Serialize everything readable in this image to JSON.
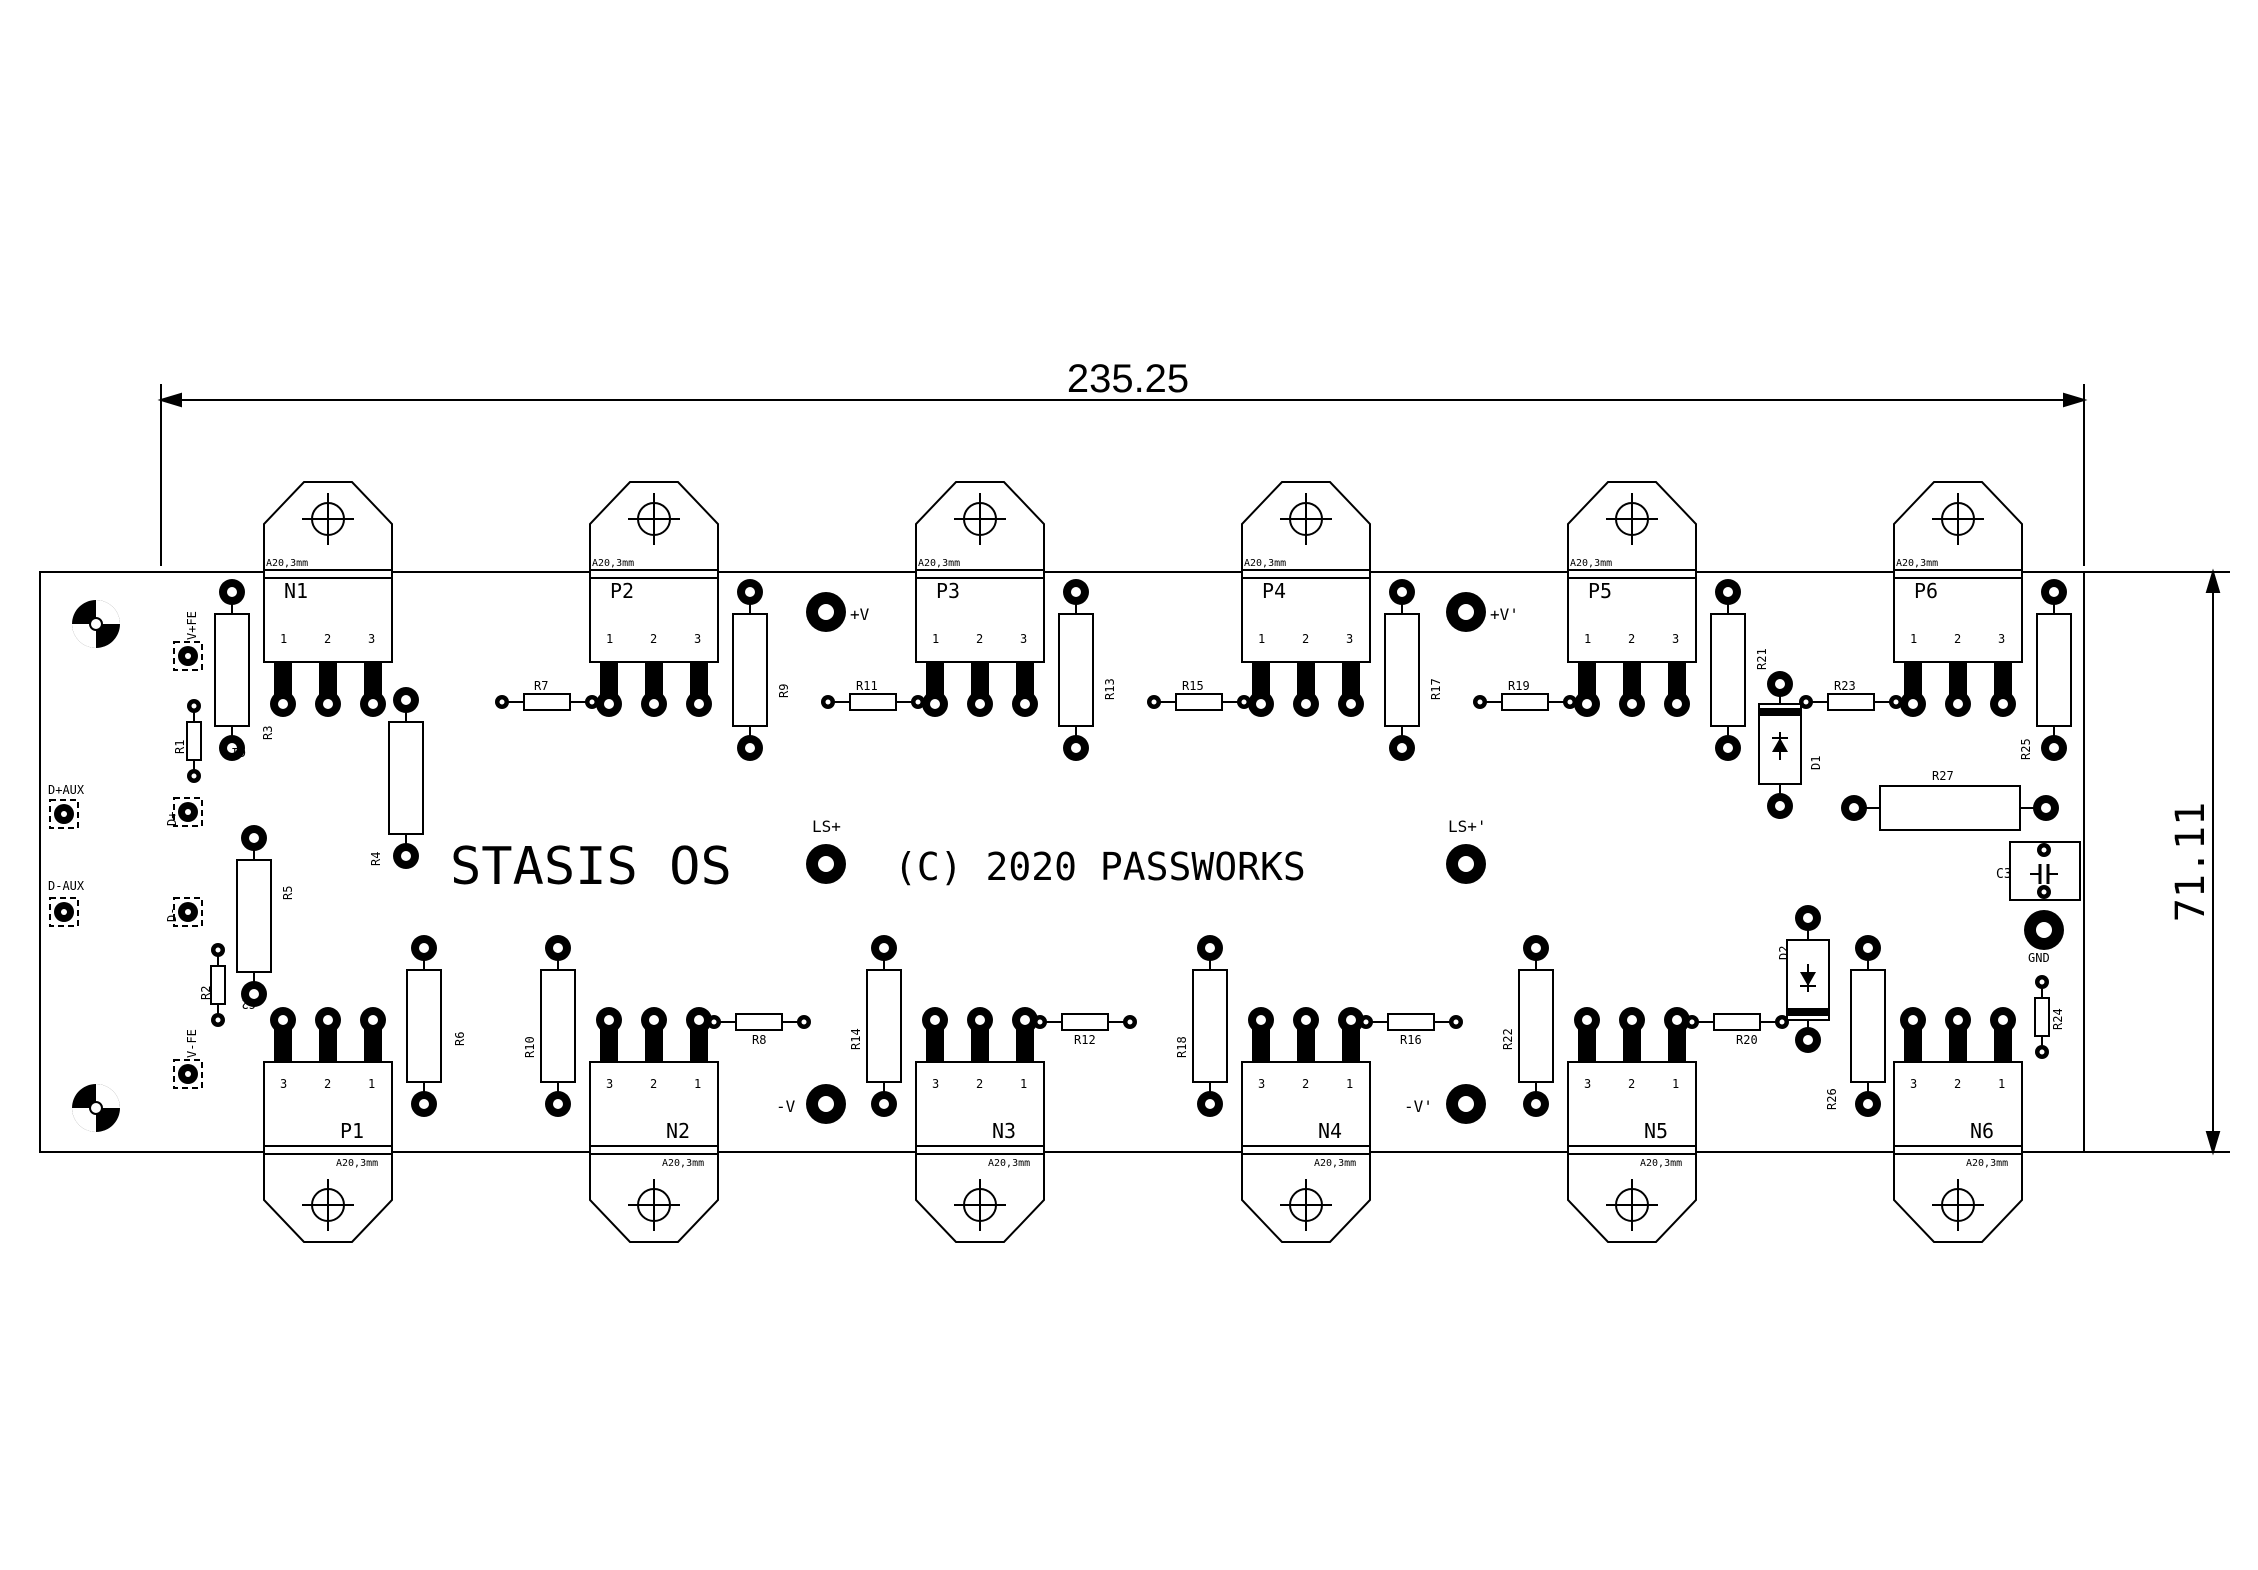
{
  "dimensions": {
    "width": "235.25",
    "height": "71.11"
  },
  "title": "STASIS OS",
  "copyright": "(C) 2020 PASSWORKS",
  "heatsink_note": "A20,3mm",
  "transistors": {
    "top": [
      "N1",
      "P2",
      "P3",
      "P4",
      "P5",
      "P6"
    ],
    "bottom": [
      "P1",
      "N2",
      "N3",
      "N4",
      "N5",
      "N6"
    ],
    "pins_top": [
      "1",
      "2",
      "3"
    ],
    "pins_bottom": [
      "3",
      "2",
      "1"
    ]
  },
  "resistors": {
    "small_top": [
      "R7",
      "R11",
      "R15",
      "R19",
      "R23"
    ],
    "large_top": [
      "R9",
      "R13",
      "R17",
      "R21",
      "R25"
    ],
    "small_bottom": [
      "R8",
      "R12",
      "R16",
      "R20"
    ],
    "large_bottom": [
      "R10",
      "R14",
      "R18",
      "R22",
      "R26"
    ],
    "left_group": [
      "R1",
      "R2",
      "R3",
      "R4",
      "R5",
      "R6"
    ],
    "right_group": [
      "R24",
      "R27"
    ]
  },
  "diodes": [
    "D1",
    "D2"
  ],
  "capacitors": [
    "C1",
    "C2",
    "C3"
  ],
  "terminals": {
    "v_plus": "+V",
    "v_plus_prime": "+V'",
    "v_minus": "-V",
    "v_minus_prime": "-V'",
    "ls_plus": "LS+",
    "ls_plus_prime": "LS+'",
    "gnd": "GND",
    "d_plus_aux": "D+AUX",
    "d_minus_aux": "D-AUX",
    "d_plus": "D+",
    "d_minus": "D-",
    "v_plus_fe": "V+FE",
    "v_minus_fe": "V-FE"
  },
  "colors": {
    "ink": "#000000",
    "paper": "#ffffff"
  }
}
